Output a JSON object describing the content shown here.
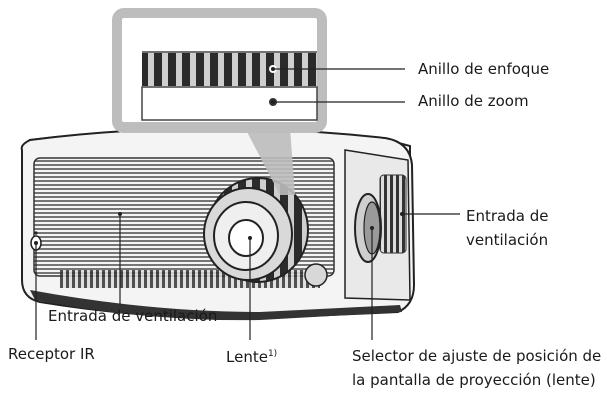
{
  "callout_labels": {
    "focus_ring": "Anillo de enfoque",
    "zoom_ring": "Anillo de zoom",
    "vent_inlet_right_line1": "Entrada de",
    "vent_inlet_right_line2": "ventilación",
    "vent_inlet_front": "Entrada de ventilación",
    "ir_receiver": "Receptor IR",
    "lens": "Lente",
    "lens_footnote": "1)",
    "lens_shift_dial_line1": "Selector de ajuste de posición de",
    "lens_shift_dial_line2": "la pantalla de proyección (lente)"
  }
}
